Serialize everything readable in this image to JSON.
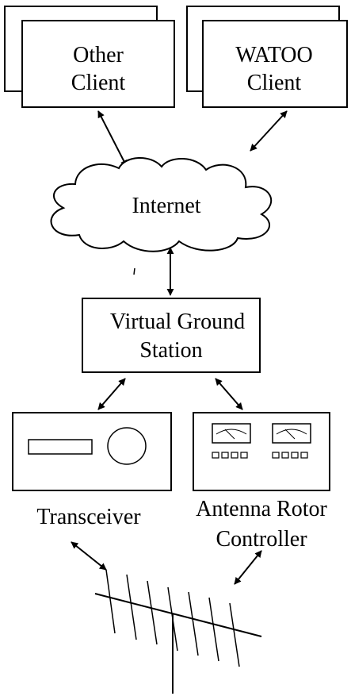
{
  "nodes": {
    "other_client": {
      "line1": "Other",
      "line2": "Client"
    },
    "watoo_client": {
      "line1": "WATOO",
      "line2": "Client"
    },
    "internet": {
      "label": "Internet"
    },
    "virtual_ground_station": {
      "line1": "Virtual Ground",
      "line2": "Station"
    },
    "transceiver": {
      "label": "Transceiver"
    },
    "antenna_rotor_controller": {
      "line1": "Antenna Rotor",
      "line2": "Controller"
    }
  },
  "colors": {
    "stroke": "#000000",
    "background": "#ffffff"
  }
}
